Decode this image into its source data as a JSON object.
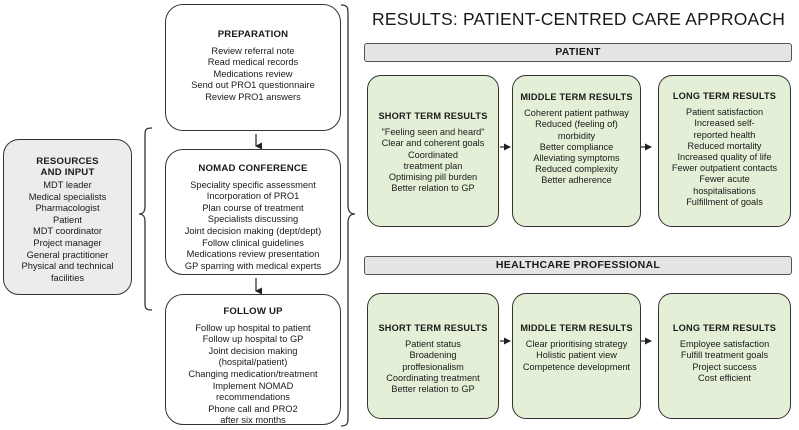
{
  "title": "RESULTS: PATIENT-CENTRED CARE APPROACH",
  "resources": {
    "title": "RESOURCES AND INPUT",
    "items": [
      "MDT leader",
      "Medical specialists",
      "Pharmacologist",
      "Patient",
      "MDT coordinator",
      "Project manager",
      "General practitioner",
      "Physical and technical facilities"
    ]
  },
  "preparation": {
    "title": "PREPARATION",
    "items": [
      "Review referral note",
      "Read medical records",
      "Medications review",
      "Send out PRO1 questionnaire",
      "Review PRO1 answers"
    ]
  },
  "conference": {
    "title": "NOMAD CONFERENCE",
    "items": [
      "Speciality specific assessment",
      "Incorporation of PRO1",
      "Plan course of treatment",
      "Specialists discussing",
      "Joint decision making (dept/dept)",
      "Follow clinical guidelines",
      "Medications review presentation",
      "GP sparring with medical experts"
    ]
  },
  "followup": {
    "title": "FOLLOW UP",
    "items": [
      "Follow up hospital to patient",
      "Follow up hospital to GP",
      "Joint decision making (hospital/patient)",
      "Changing medication/treatment",
      "Implement NOMAD recommendations",
      "Phone call and PRO2 after six months"
    ]
  },
  "patient": {
    "label": "PATIENT",
    "short": {
      "title": "SHORT TERM RESULTS",
      "items": [
        "\"Feeling seen and heard\"",
        "Clear and coherent goals",
        "Coordinated treatment plan",
        "Optimising pill burden",
        "Better relation to GP"
      ]
    },
    "middle": {
      "title": "MIDDLE TERM RESULTS",
      "items": [
        "Coherent patient pathway",
        "Reduced (feeling of) morbidity",
        "Better compliance",
        "Alleviating symptoms",
        "Reduced complexity",
        "Better adherence"
      ]
    },
    "long": {
      "title": "LONG TERM RESULTS",
      "items": [
        "Patient satisfaction",
        "Increased self-reported health",
        "Reduced mortality",
        "Increased quality of life",
        "Fewer outpatient contacts",
        "Fewer acute hospitalisations",
        "Fulfillment of goals"
      ]
    }
  },
  "professional": {
    "label": "HEALTHCARE PROFESSIONAL",
    "short": {
      "title": "SHORT TERM RESULTS",
      "items": [
        "Patient status",
        "Broadening proffesionalism",
        "Coordinating treatment",
        "Better relation to GP"
      ]
    },
    "middle": {
      "title": "MIDDLE TERM RESULTS",
      "items": [
        "Clear prioritising strategy",
        "Holistic patient view",
        "Competence development"
      ]
    },
    "long": {
      "title": "LONG TERM RESULTS",
      "items": [
        "Employee satisfaction",
        "Fulfill treatment goals",
        "Project success",
        "Cost efficient"
      ]
    }
  }
}
